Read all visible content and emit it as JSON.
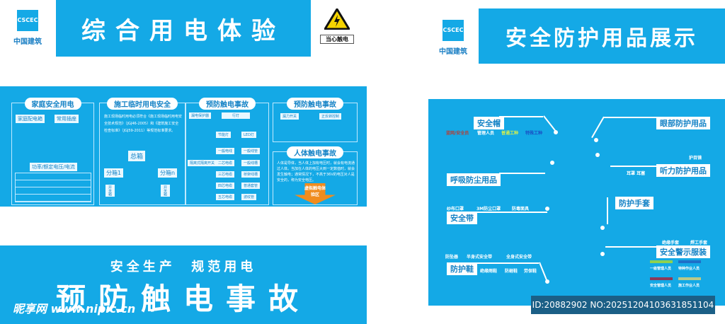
{
  "left_sign": {
    "logo": {
      "mark": "CSCEC",
      "text": "中国建筑"
    },
    "title": "综合用电体验",
    "warning": {
      "icon": "high-voltage-warning-icon",
      "label": "当心触电"
    },
    "panels": [
      {
        "title": "家庭安全用电",
        "tags": [
          "家庭配电箱",
          "常用插座"
        ],
        "subtitle": "功率/额定电压/电流"
      },
      {
        "title": "施工临时用电安全",
        "text": "施工现场临时用电必须符合《施工现场临时用电安全技术规范》（JGJ46-2005）和《建筑施工安全检查标准》（JGJ59-2011）等规范标准要求。",
        "main_box": "总箱",
        "sub_boxes": [
          "分箱1",
          "分箱n"
        ],
        "leaf": "开关箱"
      },
      {
        "title": "预防触电事故",
        "tags": [
          "漏电保护器",
          "行灯",
          "节能灯",
          "LED灯",
          "一般电线",
          "一般线管",
          "二芯电缆",
          "一般线槽",
          "三芯电缆",
          "桥架线槽",
          "四芯电缆",
          "普通套管",
          "五芯电缆",
          "波纹管"
        ],
        "left_tag": "隔离式隔离开关"
      },
      {
        "title": "预防触电事故",
        "tags": [
          "漏力开关",
          "正反转控制"
        ]
      },
      {
        "title": "人体触电事故",
        "text": "人体是导体，当人体上加有电压时，就会有电流通过人体。当加在人体的电压大到一定数值时，就会发生触电；通常情况下，不高于36V的电压对人是安全的，称为安全电压。",
        "arrow": "虚拟触电体验区"
      }
    ],
    "bottom_banner": {
      "subtitle": "安全生产  规范用电",
      "title": "预防触电事故",
      "watermark": "昵享网 www.nipic.cn"
    }
  },
  "right_sign": {
    "logo": {
      "mark": "CSCEC",
      "text": "中国建筑"
    },
    "title": "安全防护用品展示",
    "helmet": {
      "label": "安全帽",
      "items": [
        {
          "text": "蓝网/安全员",
          "color": "#b0403a"
        },
        {
          "text": "管理人员",
          "color": "#ffffff"
        },
        {
          "text": "普通工种",
          "color": "#d8f04a"
        },
        {
          "text": "特殊工种",
          "color": "#1a4fc4"
        }
      ]
    },
    "eye": {
      "label": "眼部防护用品",
      "items": [
        "护目镜"
      ]
    },
    "hearing": {
      "label": "听力防护用品",
      "items": [
        "耳罩 耳塞"
      ]
    },
    "respiratory": {
      "label": "呼吸防尘用品",
      "items": [
        "纱布口罩",
        "3M防尘口罩",
        "防毒面具"
      ]
    },
    "belt": {
      "label": "安全带",
      "items": [
        "防坠器",
        "半身式安全带",
        "全身式安全带"
      ]
    },
    "gloves": {
      "label": "防护手套",
      "items": [
        "绝缘手套",
        "焊工手套"
      ]
    },
    "vest": {
      "label": "安全警示服装",
      "legend": [
        {
          "text": "一级管理人员",
          "color": "#8fd14f"
        },
        {
          "text": "特种作业人员",
          "color": "#1f6fc8"
        },
        {
          "text": "安全管理人员",
          "color": "#8a3a5a"
        },
        {
          "text": "施工作业人员",
          "color": "#b9c98a"
        }
      ]
    },
    "shoes": {
      "label": "防护鞋",
      "items": [
        "绝缘雨鞋",
        "防砸鞋",
        "劳保鞋"
      ]
    }
  },
  "image_id": "ID:20882902 NO:20251204103631851104"
}
